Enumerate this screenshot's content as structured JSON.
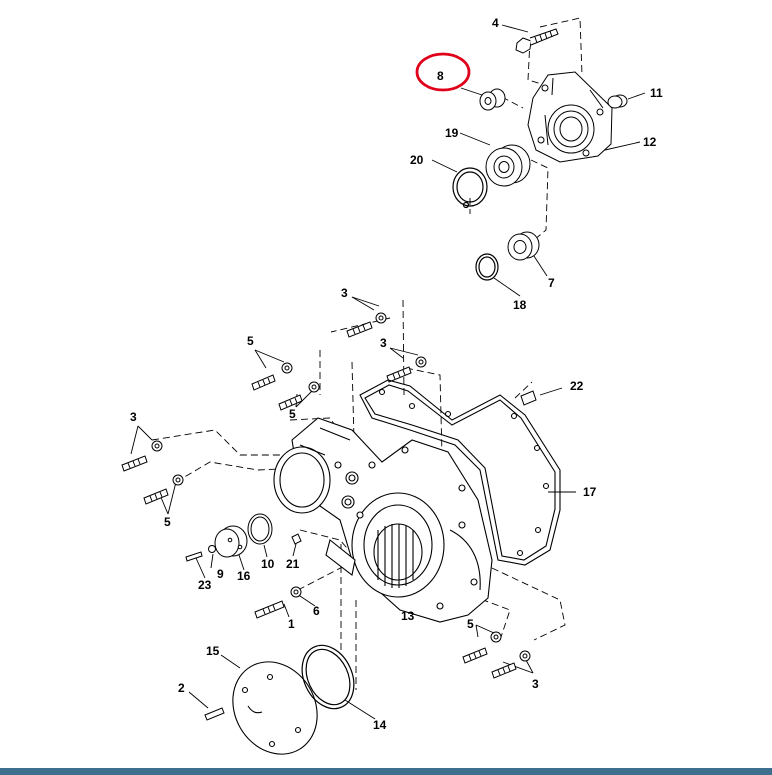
{
  "diagram": {
    "labels": [
      "8",
      "4",
      "11",
      "12",
      "19",
      "20",
      "7",
      "18",
      "3",
      "5",
      "3",
      "5",
      "22",
      "17",
      "3",
      "5",
      "9",
      "16",
      "10",
      "21",
      "23",
      "6",
      "1",
      "13",
      "5",
      "15",
      "2",
      "14",
      "3"
    ],
    "highlight_color": "#e0001a",
    "bar_color": "#3f6f8f"
  }
}
